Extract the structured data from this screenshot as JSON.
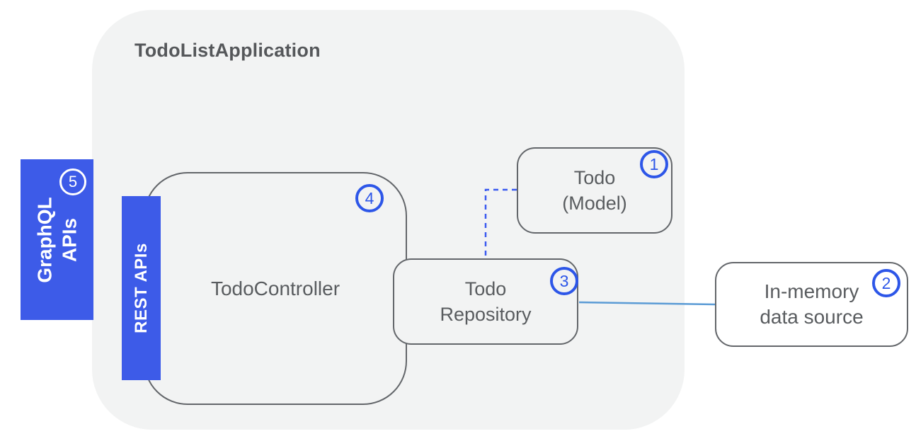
{
  "colors": {
    "brand-blue": "#3d5be8",
    "badge-blue": "#2d56e8",
    "connector-blue": "#5b9bd5",
    "dashed-blue": "#3a5af0",
    "container-gray": "#f2f3f3",
    "border-gray": "#63666a",
    "text-gray": "#595c5f",
    "title-gray": "#55575a"
  },
  "container": {
    "title": "TodoListApplication"
  },
  "nodes": {
    "graphql": {
      "line1": "GraphQL",
      "line2": "APIs",
      "badge": "5"
    },
    "rest": {
      "label": "REST APIs"
    },
    "controller": {
      "label": "TodoController",
      "badge": "4"
    },
    "repository": {
      "line1": "Todo",
      "line2": "Repository",
      "badge": "3"
    },
    "model": {
      "line1": "Todo",
      "line2": "(Model)",
      "badge": "1"
    },
    "datasource": {
      "line1": "In-memory",
      "line2": "data source",
      "badge": "2"
    }
  },
  "connectors": [
    {
      "name": "repository-to-model",
      "style": "dashed"
    },
    {
      "name": "repository-to-datasource",
      "style": "solid"
    }
  ]
}
